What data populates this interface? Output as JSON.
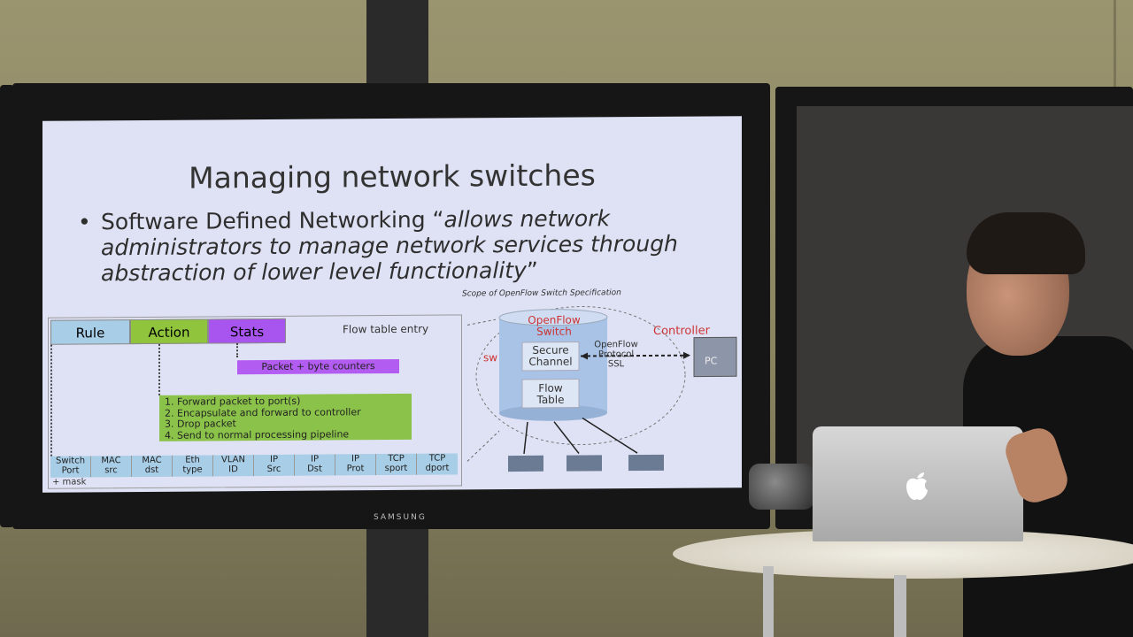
{
  "slide": {
    "title": "Managing network switches",
    "bullet_marker": "•",
    "bullet_plain": "Software Defined Networking “",
    "bullet_italic": "allows network administrators to manage network services through abstraction of lower level functionality",
    "bullet_end": "”"
  },
  "flow_entry": {
    "rule": "Rule",
    "action": "Action",
    "stats": "Stats",
    "caption": "Flow table entry",
    "counters": "Packet + byte counters",
    "actions": [
      "1.  Forward packet to port(s)",
      "2.  Encapsulate and forward to controller",
      "3.  Drop packet",
      "4.  Send to normal processing pipeline"
    ],
    "headers": [
      [
        "Switch",
        "Port"
      ],
      [
        "MAC",
        "src"
      ],
      [
        "MAC",
        "dst"
      ],
      [
        "Eth",
        "type"
      ],
      [
        "VLAN",
        "ID"
      ],
      [
        "IP",
        "Src"
      ],
      [
        "IP",
        "Dst"
      ],
      [
        "IP",
        "Prot"
      ],
      [
        "TCP",
        "sport"
      ],
      [
        "TCP",
        "dport"
      ]
    ],
    "mask": "+ mask"
  },
  "openflow": {
    "scope": "Scope of OpenFlow Switch Specification",
    "switch_line1": "OpenFlow",
    "switch_line2": "Switch",
    "sw": "sw",
    "secure_line1": "Secure",
    "secure_line2": "Channel",
    "flow_line1": "Flow",
    "flow_line2": "Table",
    "protocol_line1": "OpenFlow",
    "protocol_line2": "Protocol",
    "protocol_line3": "SSL",
    "controller": "Controller",
    "pc": "PC"
  },
  "tv_brand": "SAMSUNG",
  "colors": {
    "rule": "#a8cde6",
    "action": "#8fc43c",
    "stats": "#a855f0",
    "counters": "#b35cf2",
    "actions_box": "#8bc34a",
    "controller": "#cc3333",
    "switch_label": "#cc3333"
  }
}
